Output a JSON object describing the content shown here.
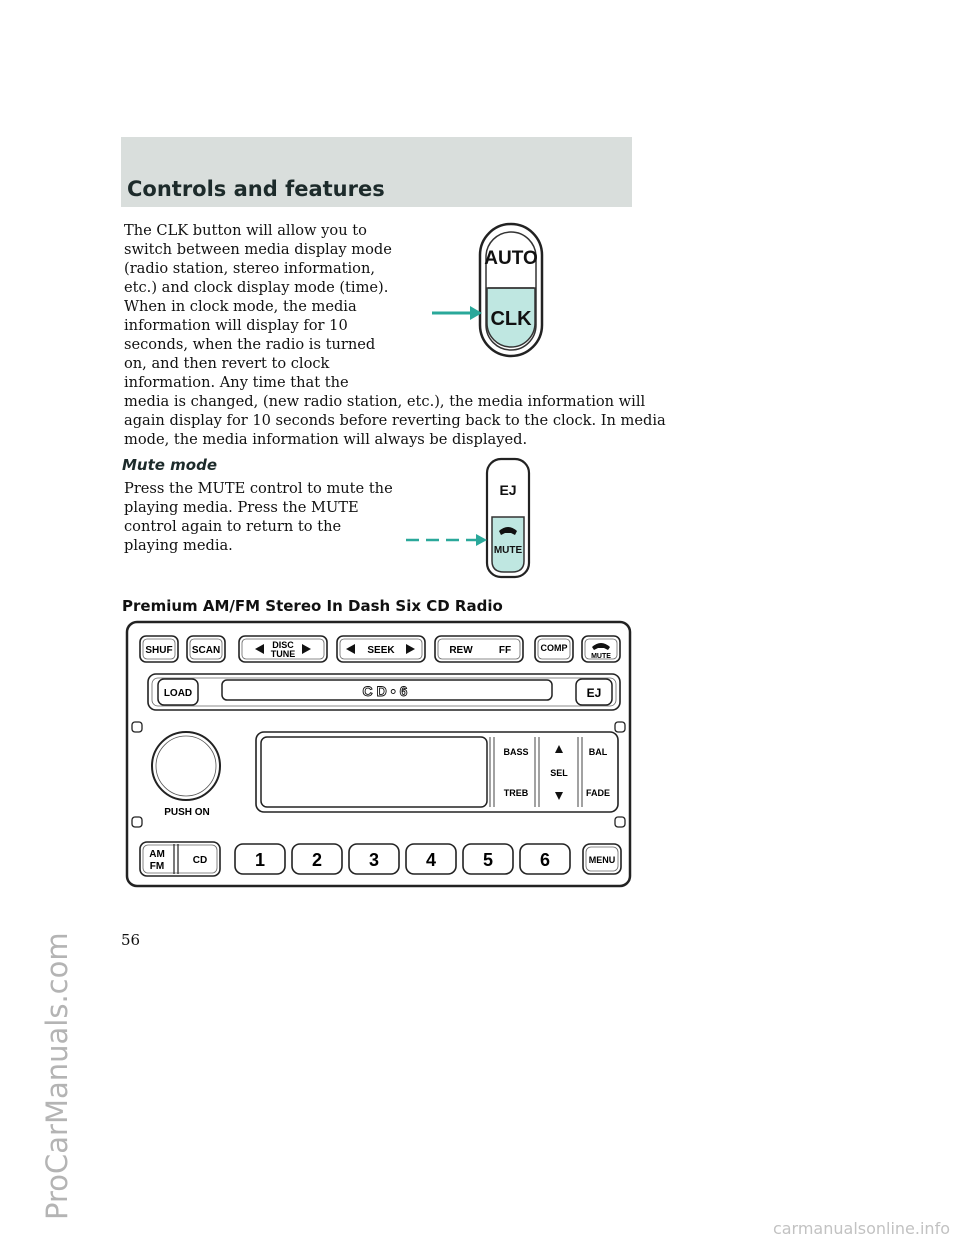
{
  "watermark_side": "ProCarManuals.com",
  "watermark_footer": "carmanualsonline.info",
  "header": {
    "title": "Controls and features"
  },
  "clk_section": {
    "paragraph_lines": [
      "The CLK button will allow you to",
      "switch between media display mode",
      "(radio station, stereo information,",
      "etc.) and clock display mode (time).",
      "When in clock mode, the media",
      "information will display for 10",
      "seconds, when the radio is turned",
      "on, and then revert to clock",
      "information. Any time that the",
      "media is changed, (new radio station, etc.), the media information will",
      "again display for 10 seconds before reverting back to the clock. In media",
      "mode, the media information will always be displayed."
    ],
    "figure": {
      "auto_label": "AUTO",
      "clk_label": "CLK"
    }
  },
  "mute_section": {
    "heading": "Mute mode",
    "paragraph_lines": [
      "Press the MUTE control to mute the",
      "playing media. Press the MUTE",
      "control again to return to the",
      "playing media."
    ],
    "figure": {
      "ej_label": "EJ",
      "mute_label": "MUTE"
    }
  },
  "radio_section": {
    "heading": "Premium AM/FM Stereo In Dash Six CD Radio",
    "top_row": {
      "shuf": "SHUF",
      "scan": "SCAN",
      "disc": "DISC",
      "tune": "TUNE",
      "seek": "SEEK",
      "rew": "REW",
      "ff": "FF",
      "comp": "COMP",
      "mute": "MUTE"
    },
    "load": "LOAD",
    "slot_logo": "CD•6",
    "ej": "EJ",
    "push_on": "PUSH ON",
    "bass": "BASS",
    "treb": "TREB",
    "sel": "SEL",
    "bal": "BAL",
    "fade": "FADE",
    "am": "AM",
    "fm": "FM",
    "cd": "CD",
    "presets": [
      "1",
      "2",
      "3",
      "4",
      "5",
      "6"
    ],
    "menu": "MENU"
  },
  "colors": {
    "header_band": "#d9dedc",
    "highlight_button": "#bfe7e1",
    "arrow": "#2aa89a"
  },
  "page_number": "56"
}
